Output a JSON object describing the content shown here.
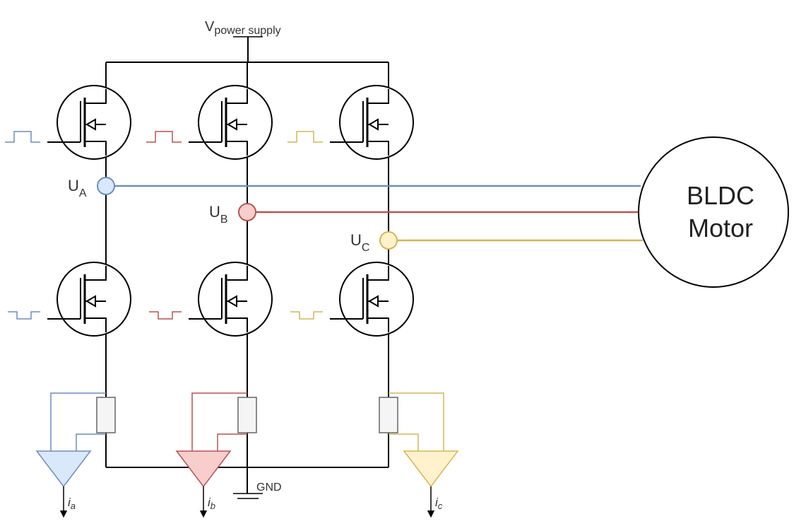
{
  "labels": {
    "supply": "V",
    "supply_sub": "power supply",
    "ground": "GND",
    "motor_line1": "BLDC",
    "motor_line2": "Motor"
  },
  "phases": [
    {
      "node_main": "U",
      "node_sub": "A",
      "current_main": "i",
      "current_sub": "a",
      "color": "#6c8ebf",
      "fill": "#dae8fc"
    },
    {
      "node_main": "U",
      "node_sub": "B",
      "current_main": "i",
      "current_sub": "b",
      "color": "#b85450",
      "fill": "#f8cecc"
    },
    {
      "node_main": "U",
      "node_sub": "C",
      "current_main": "i",
      "current_sub": "c",
      "color": "#d6b656",
      "fill": "#fff2cc"
    }
  ]
}
